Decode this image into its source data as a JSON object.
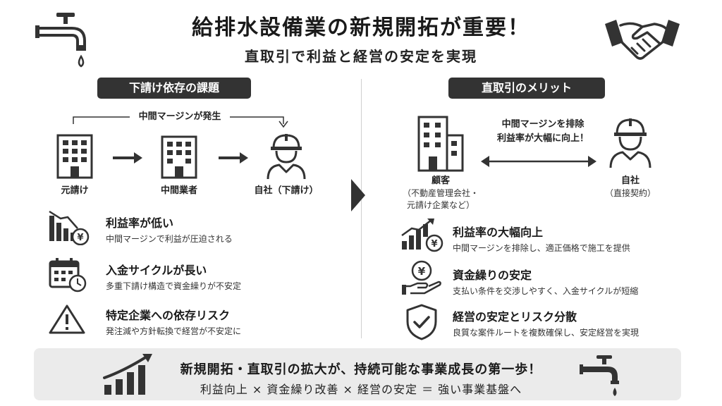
{
  "header": {
    "title": "給排水設備業の新規開拓が重要！",
    "subtitle": "直取引で利益と経営の安定を実現"
  },
  "left": {
    "heading": "下請け依存の課題",
    "margin_note": "中間マージンが発生",
    "flow": [
      {
        "label": "元請け",
        "icon": "building-icon"
      },
      {
        "label": "中間業者",
        "icon": "building-icon"
      },
      {
        "label": "自社（下請け）",
        "icon": "worker-icon"
      }
    ],
    "items": [
      {
        "title": "利益率が低い",
        "desc": "中間マージンで利益が圧迫される",
        "icon": "declining-chart-yen-icon"
      },
      {
        "title": "入金サイクルが長い",
        "desc": "多重下請け構造で資金繰りが不安定",
        "icon": "calendar-clock-icon"
      },
      {
        "title": "特定企業への依存リスク",
        "desc": "発注減や方針転換で経営が不安定に",
        "icon": "warning-icon"
      }
    ]
  },
  "right": {
    "heading": "直取引のメリット",
    "customer_label": "顧客",
    "customer_sub1": "（不動産管理会社・",
    "customer_sub2": "元請け企業など）",
    "arrow_note1": "中間マージンを排除",
    "arrow_note2": "利益率が大幅に向上！",
    "self_label": "自社",
    "self_sub": "（直接契約）",
    "items": [
      {
        "title": "利益率の大幅向上",
        "desc": "中間マージンを排除し、適正価格で施工を提供",
        "icon": "rising-chart-yen-icon"
      },
      {
        "title": "資金繰りの安定",
        "desc": "支払い条件を交渉しやすく、入金サイクルが短縮",
        "icon": "hand-yen-icon"
      },
      {
        "title": "経営の安定とリスク分散",
        "desc": "良質な案件ルートを複数確保し、安定経営を実現",
        "icon": "shield-check-icon"
      }
    ]
  },
  "bottom": {
    "title": "新規開拓・直取引の拡大が、持続可能な事業成長の第一歩！",
    "subtitle": "利益向上 × 資金繰り改善 × 経営の安定 ＝ 強い事業基盤へ"
  },
  "colors": {
    "dark": "#333333",
    "panel": "#ebebeb",
    "divider": "#cfcfcf"
  }
}
